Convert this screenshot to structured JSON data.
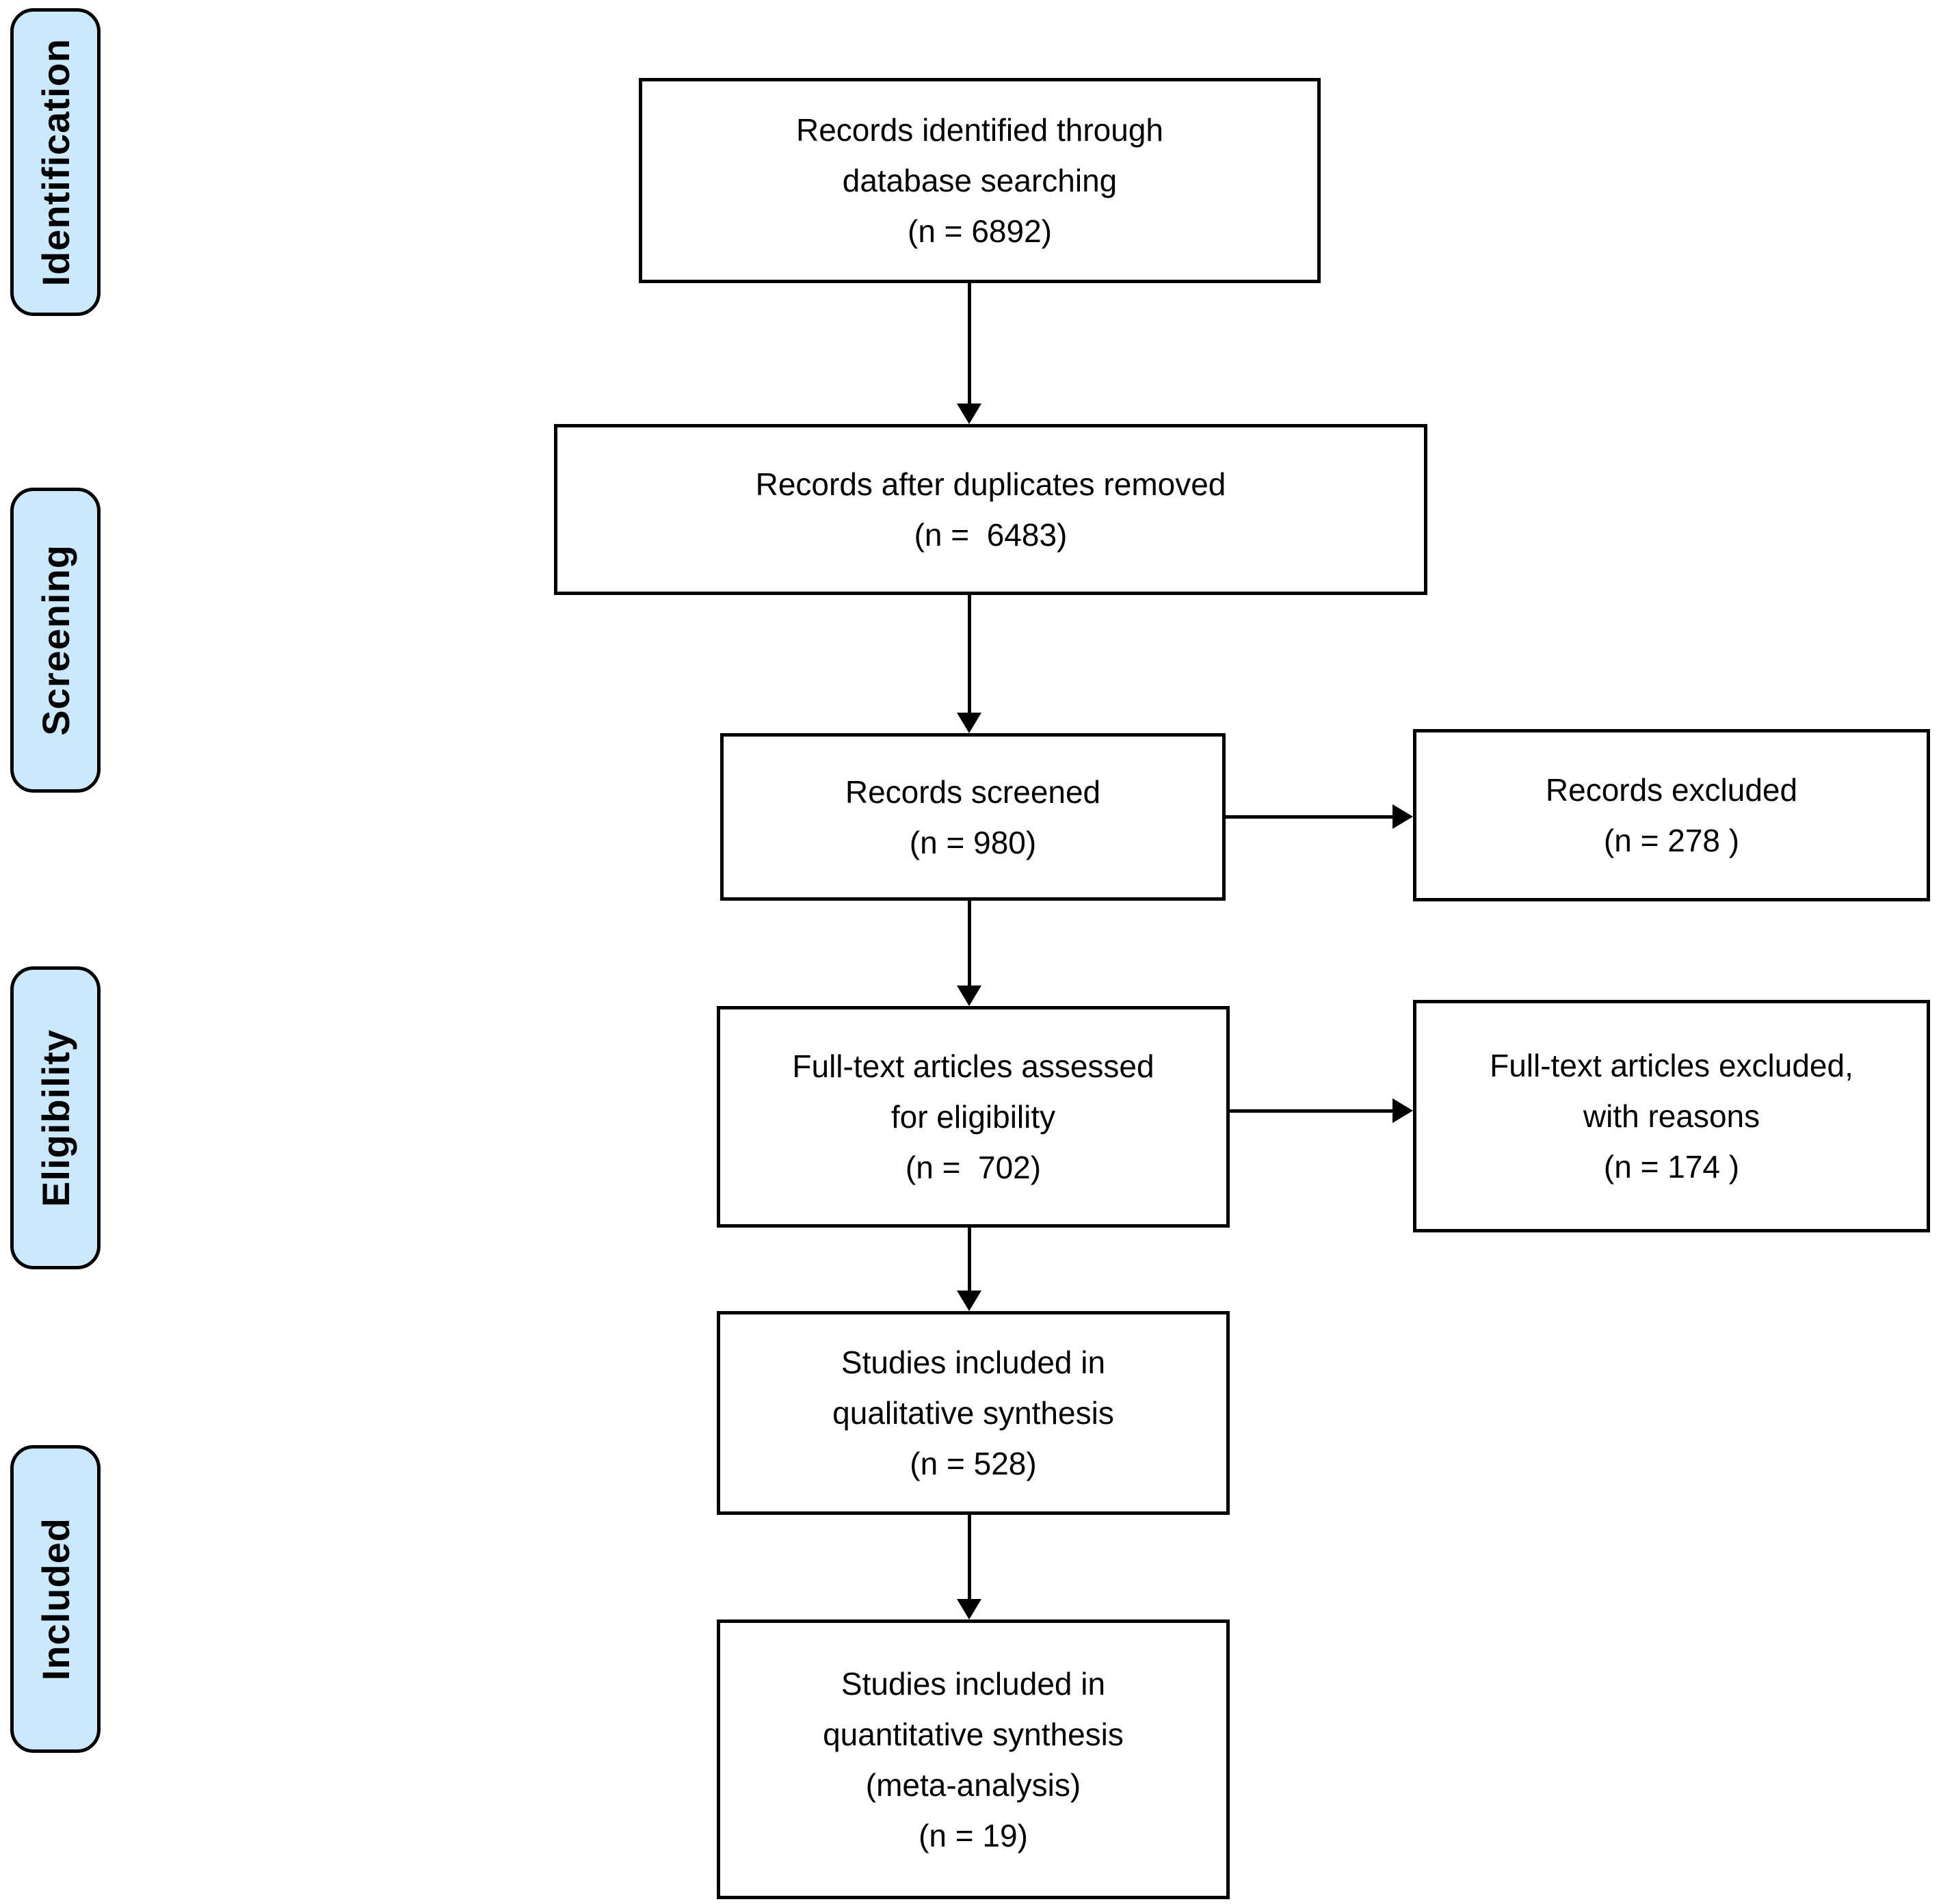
{
  "colors": {
    "stage_fill": "#cae9fc",
    "border": "#000000",
    "background": "#ffffff"
  },
  "stages": [
    {
      "label": "Identification"
    },
    {
      "label": "Screening"
    },
    {
      "label": "Eligibility"
    },
    {
      "label": "Included"
    }
  ],
  "boxes": {
    "records_identified": {
      "lines": [
        "Records identified through",
        "database searching",
        "(n = 6892)"
      ]
    },
    "duplicates_removed": {
      "lines": [
        "Records after duplicates removed",
        "(n =  6483)"
      ]
    },
    "records_screened": {
      "lines": [
        "Records screened",
        "(n = 980)"
      ]
    },
    "records_excluded": {
      "lines": [
        "Records excluded",
        "(n = 278 )"
      ]
    },
    "fulltext_assessed": {
      "lines": [
        "Full-text articles assessed",
        "for eligibility",
        "(n =  702)"
      ]
    },
    "fulltext_excluded": {
      "lines": [
        "Full-text articles excluded,",
        "with reasons",
        "(n = 174 )"
      ]
    },
    "qualitative_synthesis": {
      "lines": [
        "Studies included in",
        "qualitative synthesis",
        "(n = 528)"
      ]
    },
    "quantitative_synthesis": {
      "lines": [
        "Studies included in",
        "quantitative synthesis",
        "(meta-analysis)",
        "(n = 19)"
      ]
    }
  }
}
